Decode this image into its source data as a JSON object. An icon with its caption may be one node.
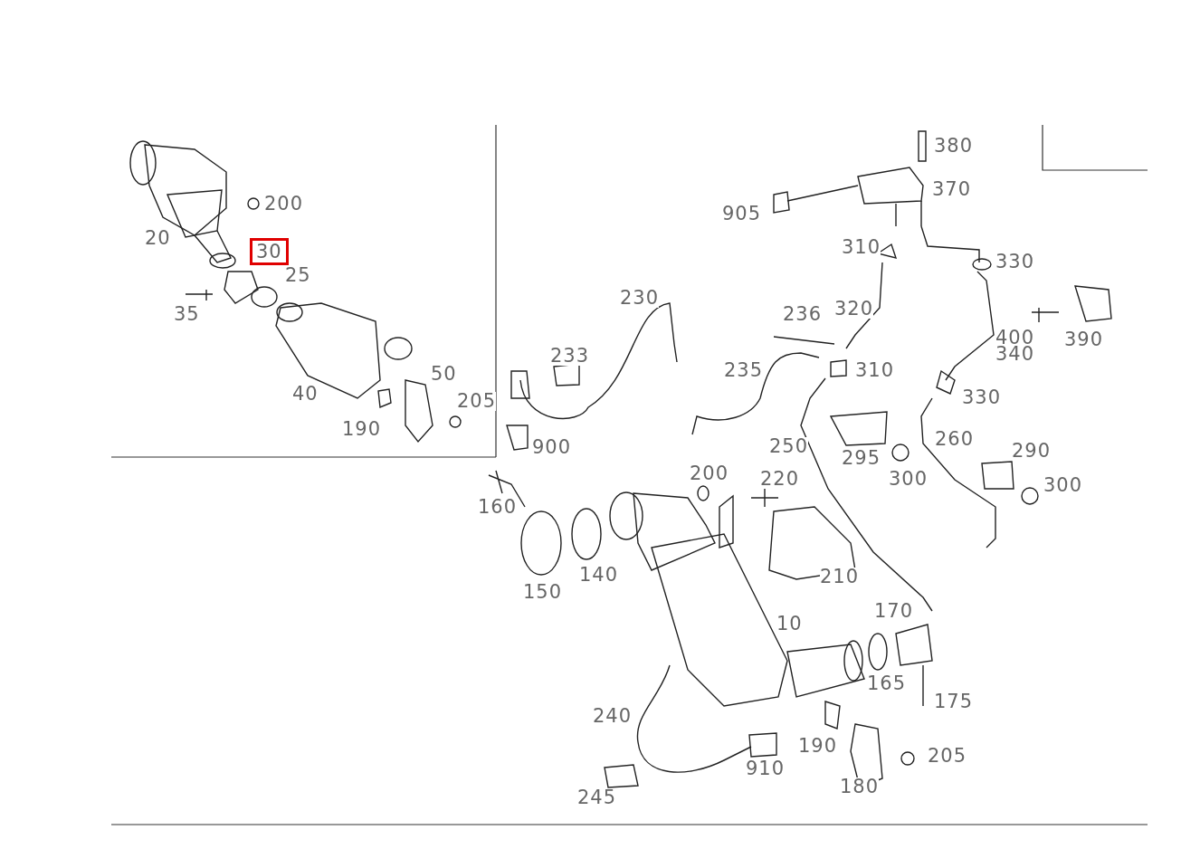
{
  "diagram": {
    "labels": [
      "200",
      "20",
      "30",
      "25",
      "35",
      "50",
      "40",
      "205",
      "190",
      "380",
      "370",
      "905",
      "310",
      "330",
      "230",
      "236",
      "320",
      "233",
      "235",
      "310",
      "400",
      "340",
      "390",
      "330",
      "250",
      "260",
      "900",
      "295",
      "290",
      "200",
      "220",
      "300",
      "300",
      "160",
      "140",
      "210",
      "150",
      "170",
      "10",
      "165",
      "175",
      "240",
      "190",
      "205",
      "910",
      "180",
      "245"
    ]
  }
}
